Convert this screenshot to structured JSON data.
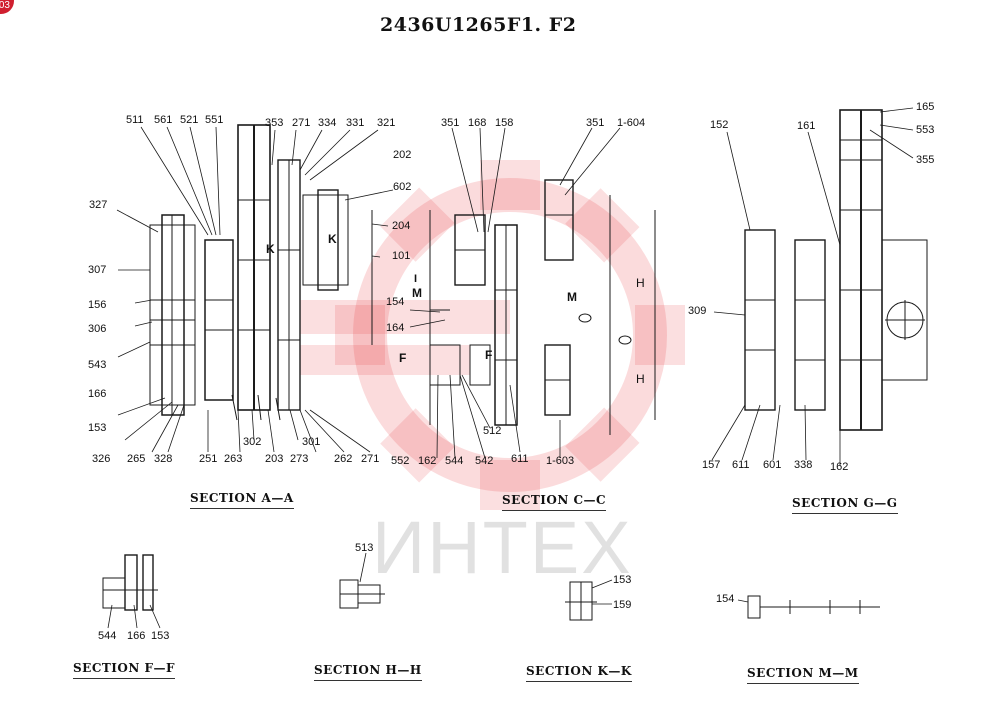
{
  "title": "2436U1265F1. F2",
  "corner_badge": "03",
  "watermark": "ИНТЕХ",
  "sections": {
    "aa": "SECTION  A—A",
    "cc": "SECTION  C—C",
    "gg": "SECTION  G—G",
    "ff": "SECTION  F—F",
    "hh": "SECTION  H—H",
    "kk": "SECTION  K—K",
    "mm": "SECTION  M—M"
  },
  "inline_labels": {
    "k1": "K",
    "k2": "K",
    "m1": "M",
    "m2": "M",
    "i": "I",
    "f1": "F",
    "f2": "F",
    "h1": "H",
    "h2": "H"
  },
  "callouts": {
    "aa": [
      "511",
      "561",
      "521",
      "551",
      "353",
      "271",
      "334",
      "331",
      "321",
      "202",
      "602",
      "327",
      "204",
      "101",
      "307",
      "156",
      "306",
      "543",
      "166",
      "153",
      "326",
      "265",
      "328",
      "251",
      "263",
      "302",
      "203",
      "273",
      "301",
      "262",
      "271"
    ],
    "cc": [
      "351",
      "168",
      "158",
      "351",
      "1-604",
      "154",
      "164",
      "552",
      "162",
      "544",
      "542",
      "611",
      "512",
      "1-603"
    ],
    "gg": [
      "165",
      "553",
      "355",
      "152",
      "161",
      "309",
      "157",
      "611",
      "601",
      "338",
      "162"
    ],
    "ff": [
      "544",
      "166",
      "153"
    ],
    "hh": [
      "513"
    ],
    "kk": [
      "153",
      "159"
    ],
    "mm": [
      "154"
    ]
  },
  "colors": {
    "ink": "#1a1a1a",
    "watermark_red": "#e8383d",
    "badge": "#d01f2f"
  }
}
